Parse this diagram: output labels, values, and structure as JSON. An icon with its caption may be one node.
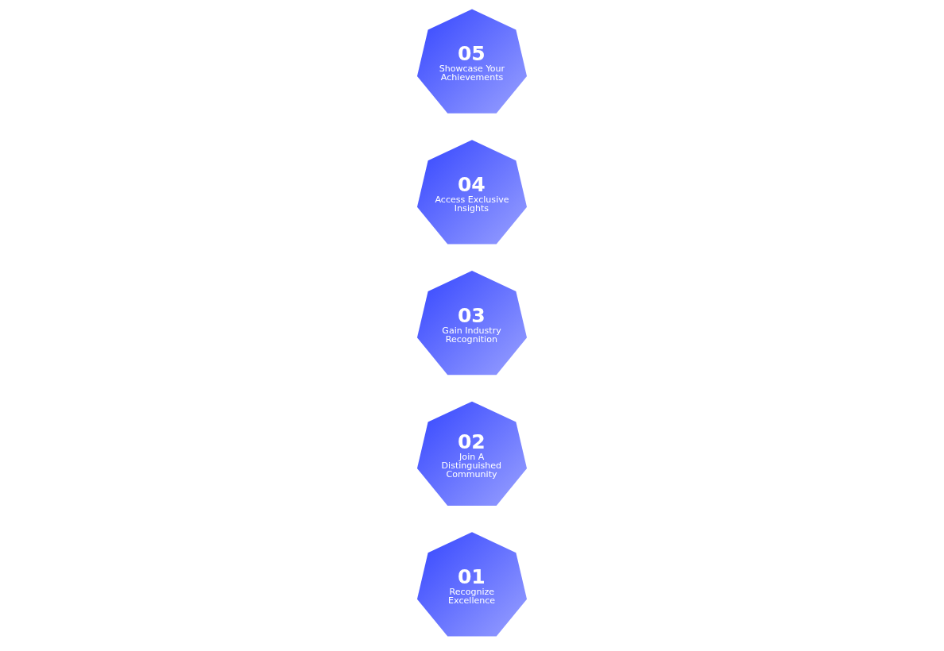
{
  "diagram": {
    "nodes": [
      {
        "text": [
          "01",
          "Recognize Excellence"
        ]
      },
      {
        "text": [
          "02",
          "Join A Distinguished Community"
        ]
      },
      {
        "text": [
          "03",
          "Gain Industry Recognition"
        ]
      },
      {
        "text": [
          "04",
          "Access Exclusive Insights"
        ]
      },
      {
        "text": [
          "05",
          "Showcase Your Achievements"
        ]
      }
    ]
  }
}
